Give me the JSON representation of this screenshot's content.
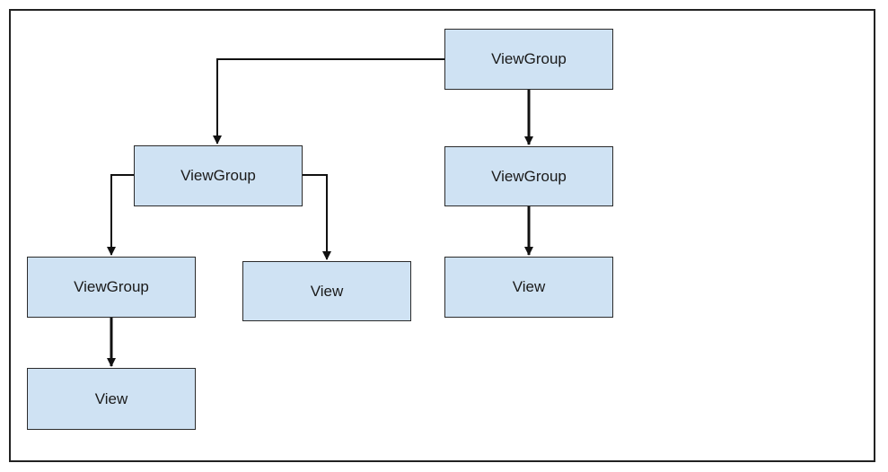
{
  "colors": {
    "node_fill": "#cfe2f3",
    "line": "#111111"
  },
  "diagram": {
    "nodes": [
      {
        "id": "n1",
        "label": "ViewGroup"
      },
      {
        "id": "n2",
        "label": "ViewGroup"
      },
      {
        "id": "n3",
        "label": "ViewGroup"
      },
      {
        "id": "n4",
        "label": "ViewGroup"
      },
      {
        "id": "n5",
        "label": "View"
      },
      {
        "id": "n6",
        "label": "View"
      },
      {
        "id": "n7",
        "label": "View"
      }
    ],
    "edges": [
      {
        "from": "n1",
        "to": "n2"
      },
      {
        "from": "n1",
        "to": "n3"
      },
      {
        "from": "n2",
        "to": "n4"
      },
      {
        "from": "n2",
        "to": "n5"
      },
      {
        "from": "n3",
        "to": "n6"
      },
      {
        "from": "n4",
        "to": "n7"
      }
    ]
  }
}
